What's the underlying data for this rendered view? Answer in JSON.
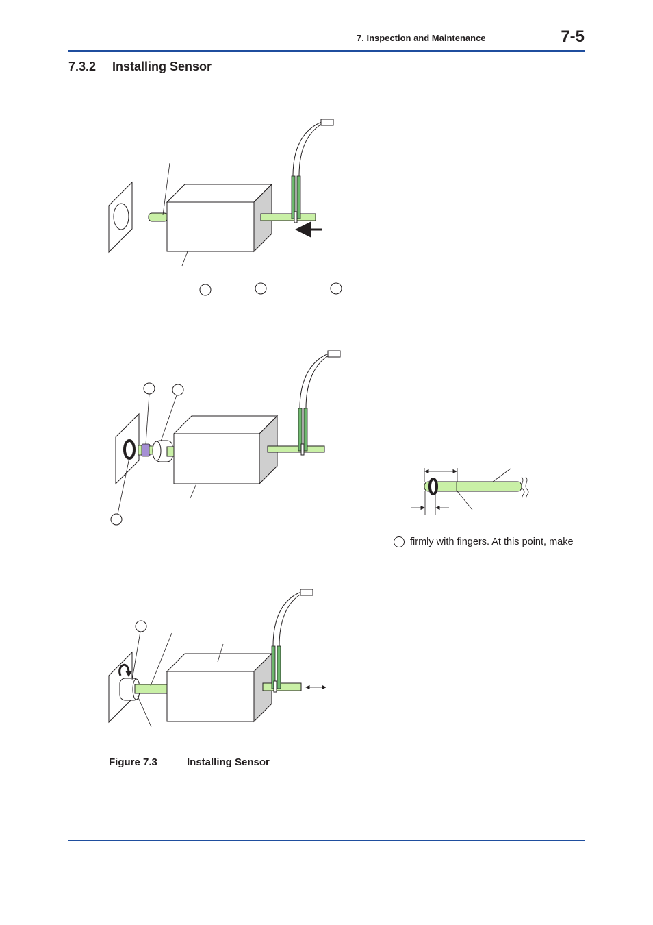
{
  "header": {
    "chapter_title": "7. Inspection and Maintenance",
    "page_number": "7-5"
  },
  "section": {
    "number": "7.3.2",
    "title": "Installing Sensor"
  },
  "step_note": {
    "text": "firmly with fingers. At this point, make"
  },
  "figure": {
    "label": "Figure 7.3",
    "caption": "Installing Sensor"
  },
  "colors": {
    "accent_blue": "#1f4e9e",
    "rod_green": "#c9f0a6",
    "bead_purple": "#a58fd4",
    "cube_shade": "#cfcfcf"
  }
}
